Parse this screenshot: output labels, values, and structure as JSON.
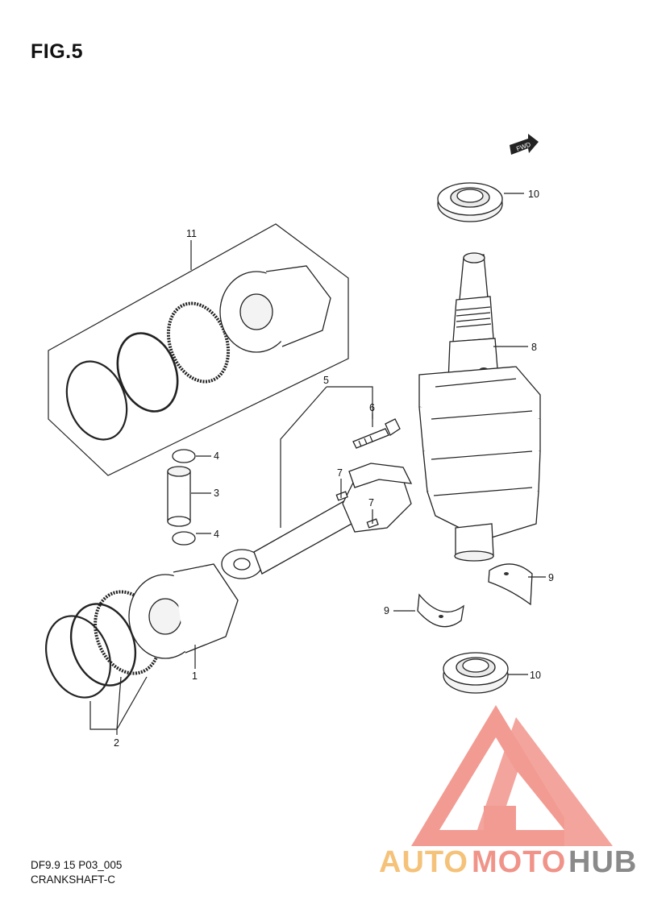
{
  "figure": {
    "title": "FIG.5",
    "footer_code": "DF9.9 15 P03_005",
    "footer_name": "CRANKSHAFT-C",
    "fwd_label": "FWD"
  },
  "callouts": {
    "c1": "1",
    "c2": "2",
    "c3": "3",
    "c4a": "4",
    "c4b": "4",
    "c5": "5",
    "c6": "6",
    "c7a": "7",
    "c7b": "7",
    "c8": "8",
    "c9a": "9",
    "c9b": "9",
    "c10a": "10",
    "c10b": "10",
    "c11": "11"
  },
  "watermark": {
    "part1": "AUTO",
    "part2": "MOTO",
    "part3": "HUB",
    "colors": {
      "logo_red": "#f08a80",
      "auto": "#f5c27a",
      "moto": "#f0948a",
      "hub": "#8a8a8a"
    }
  }
}
